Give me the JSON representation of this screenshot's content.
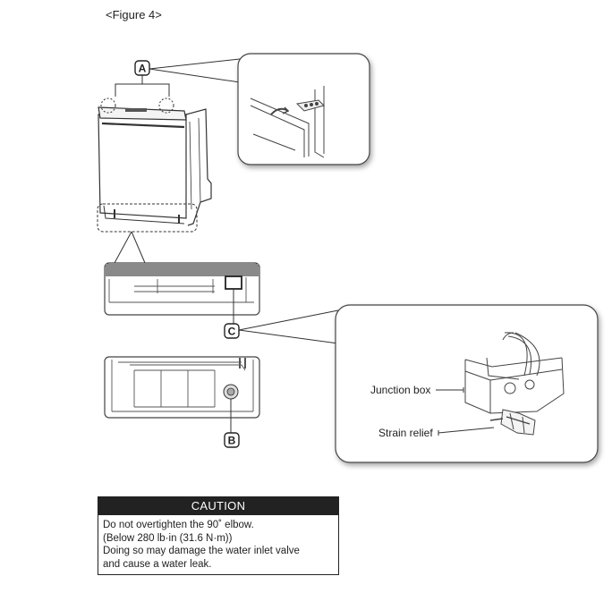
{
  "figure": {
    "title": "<Figure 4>"
  },
  "callouts": {
    "a": "A",
    "b": "B",
    "c": "C"
  },
  "labels": {
    "junction_box": "Junction box",
    "strain_relief": "Strain relief"
  },
  "caution": {
    "heading": "CAUTION",
    "lines": [
      "Do not overtighten the 90˚ elbow.",
      "(Below 280 lb·in (31.6 N·m))",
      "Doing so may damage the water inlet valve",
      "and cause a water leak."
    ]
  }
}
